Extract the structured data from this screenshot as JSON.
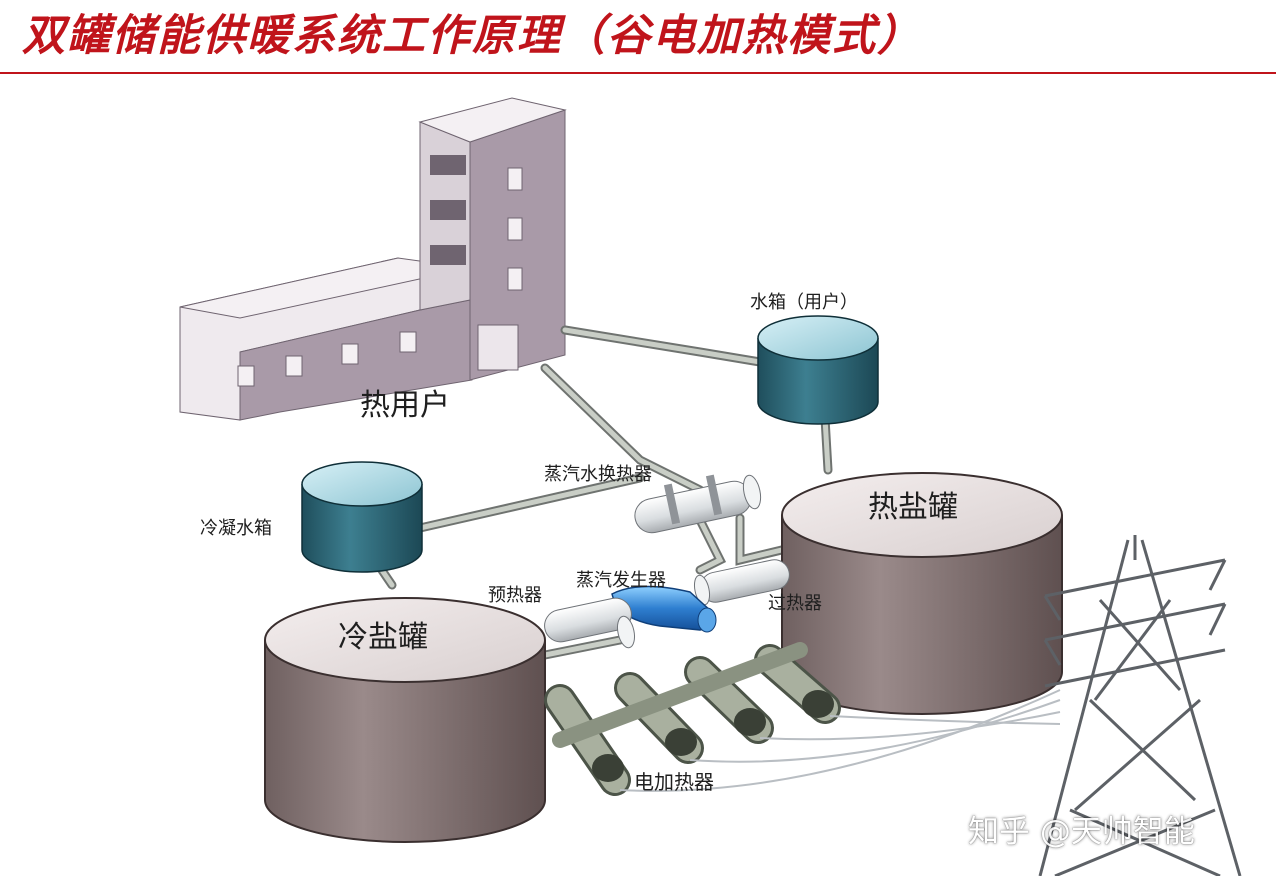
{
  "title": "双罐储能供暖系统工作原理（谷电加热模式）",
  "labels": {
    "heat_user": "热用户",
    "water_tank_user": "水箱（用户）",
    "steam_water_exchanger": "蒸汽水换热器",
    "condensate_tank": "冷凝水箱",
    "hot_salt_tank": "热盐罐",
    "cold_salt_tank": "冷盐罐",
    "preheater": "预热器",
    "steam_generator": "蒸汽发生器",
    "superheater": "过热器",
    "electric_heater": "电加热器"
  },
  "watermark": "知乎 @天帅智能",
  "colors": {
    "title": "#c0141b",
    "tank_body": "#857474",
    "water_tank": "#2f6e80",
    "steam_generator": "#2f7fd0",
    "building": "#a99aa8"
  }
}
